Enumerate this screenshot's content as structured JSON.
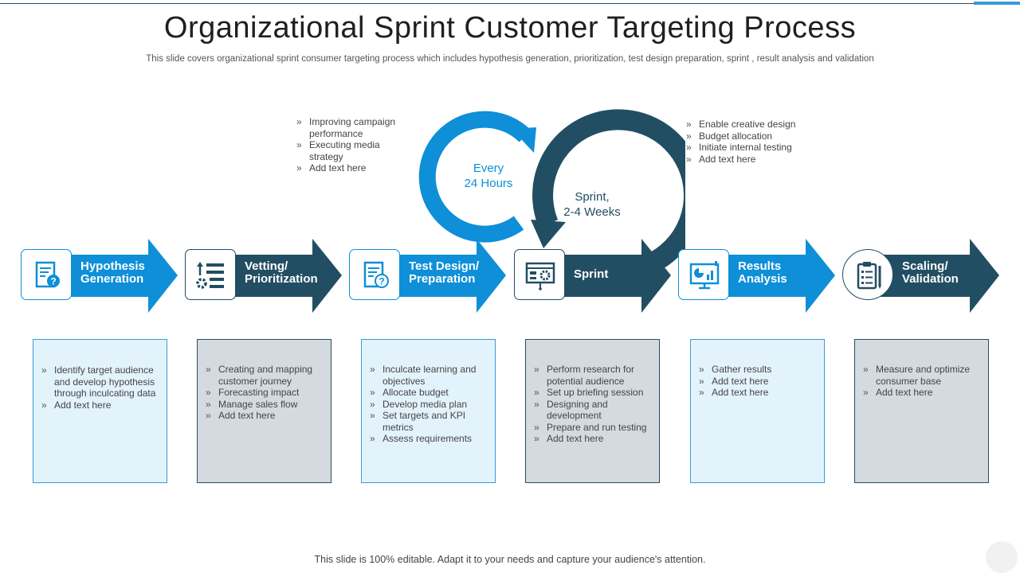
{
  "title": "Organizational Sprint Customer Targeting Process",
  "subtitle": "This slide covers organizational sprint consumer targeting process which includes hypothesis generation, prioritization, test design preparation, sprint , result analysis and validation",
  "footer": "This slide is 100% editable. Adapt it to your needs and capture your audience's attention.",
  "colors": {
    "light_blue": "#0e8fd8",
    "dark_navy": "#224e63",
    "pale_blue_box": "#e3f3fc",
    "gray_box": "#d3dbe0"
  },
  "cycle": {
    "small_label_line1": "Every",
    "small_label_line2": "24 Hours",
    "big_label_line1": "Sprint,",
    "big_label_line2": "2-4 Weeks"
  },
  "top_notes": {
    "left": [
      "Improving campaign performance",
      "Executing media strategy",
      "Add text here"
    ],
    "right": [
      "Enable creative design",
      "Budget allocation",
      "Initiate internal testing",
      "Add text here"
    ]
  },
  "steps": [
    {
      "label_line1": "Hypothesis",
      "label_line2": "Generation",
      "icon": "document-question-icon"
    },
    {
      "label_line1": "Vetting/",
      "label_line2": "Prioritization",
      "icon": "priority-list-gear-icon"
    },
    {
      "label_line1": "Test Design/",
      "label_line2": "Preparation",
      "icon": "document-question-icon"
    },
    {
      "label_line1": "Sprint",
      "label_line2": "",
      "icon": "presentation-board-gear-icon"
    },
    {
      "label_line1": "Results",
      "label_line2": "Analysis",
      "icon": "analytics-monitor-icon"
    },
    {
      "label_line1": "Scaling/",
      "label_line2": "Validation",
      "icon": "clipboard-checklist-icon"
    }
  ],
  "boxes": [
    [
      "Identify target audience and develop hypothesis through inculcating data",
      "Add text here"
    ],
    [
      "Creating and mapping customer journey",
      "Forecasting impact",
      "Manage sales flow",
      "Add text here"
    ],
    [
      "Inculcate learning and objectives",
      "Allocate budget",
      "Develop media plan",
      "Set targets and KPI metrics",
      "Assess requirements"
    ],
    [
      "Perform research for potential audience",
      "Set up briefing session",
      "Designing and development",
      "Prepare and run testing",
      "Add text here"
    ],
    [
      "Gather results",
      "Add text here",
      "Add text here"
    ],
    [
      "Measure and optimize consumer base",
      "Add text here"
    ]
  ]
}
